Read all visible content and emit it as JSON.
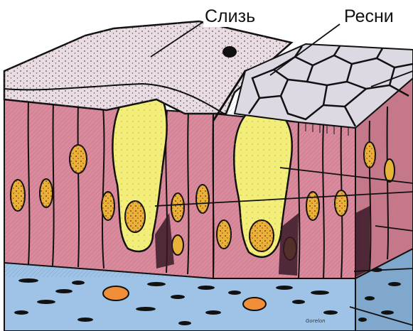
{
  "labels": {
    "mucus": "Слизь",
    "cilia": "Ресни"
  },
  "signature": "Gorelon",
  "colors": {
    "mucus": "#e9dde3",
    "cilia_surface": "#ddd9e3",
    "epithelial_cell": "#d98a9c",
    "goblet_cell": "#f3ee7a",
    "nucleus": "#e6b238",
    "connective_tissue": "#9ec3e6",
    "fibroblast_nucleus": "#f08e3a",
    "outline": "#111111"
  }
}
